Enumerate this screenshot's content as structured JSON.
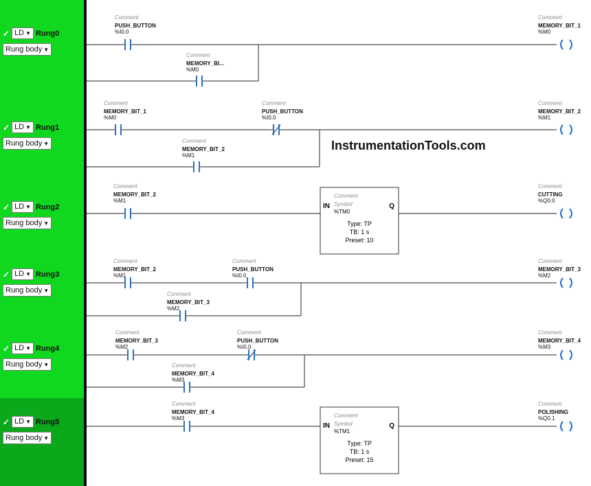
{
  "watermark": "InstrumentationTools.com",
  "rung_body_label": "Rung body",
  "lang_label": "LD",
  "comment_placeholder": "Comment",
  "symbol_placeholder": "Symbol",
  "rungs": [
    {
      "name": "Rung0",
      "contacts": [
        {
          "name": "PUSH_BUTTON",
          "addr": "%I0.0",
          "type": "NO"
        },
        {
          "name": "MEMORY_BI...",
          "addr": "%M0",
          "type": "NO"
        }
      ],
      "coil": {
        "name": "MEMORY_BIT_1",
        "addr": "%M0"
      }
    },
    {
      "name": "Rung1",
      "contacts": [
        {
          "name": "MEMORY_BIT_1",
          "addr": "%M0",
          "type": "NO"
        },
        {
          "name": "PUSH_BUTTON",
          "addr": "%I0.0",
          "type": "NC"
        },
        {
          "name": "MEMORY_BIT_2",
          "addr": "%M1",
          "type": "NO"
        }
      ],
      "coil": {
        "name": "MEMORY_BIT_2",
        "addr": "%M1"
      }
    },
    {
      "name": "Rung2",
      "contacts": [
        {
          "name": "MEMORY_BIT_2",
          "addr": "%M1",
          "type": "NO"
        }
      ],
      "timer": {
        "in": "IN",
        "q": "Q",
        "addr": "%TM0",
        "type": "Type: TP",
        "tb": "TB: 1 s",
        "preset": "Preset: 10"
      },
      "coil": {
        "name": "CUTTING",
        "addr": "%Q0.0"
      }
    },
    {
      "name": "Rung3",
      "contacts": [
        {
          "name": "MEMORY_BIT_2",
          "addr": "%M1",
          "type": "NO"
        },
        {
          "name": "PUSH_BUTTON",
          "addr": "%I0.0",
          "type": "NO"
        },
        {
          "name": "MEMORY_BIT_3",
          "addr": "%M2",
          "type": "NO"
        }
      ],
      "coil": {
        "name": "MEMORY_BIT_3",
        "addr": "%M2"
      }
    },
    {
      "name": "Rung4",
      "contacts": [
        {
          "name": "MEMORY_BIT_3",
          "addr": "%M2",
          "type": "NO"
        },
        {
          "name": "PUSH_BUTTON",
          "addr": "%I0.0",
          "type": "NC"
        },
        {
          "name": "MEMORY_BIT_4",
          "addr": "%M3",
          "type": "NO"
        }
      ],
      "coil": {
        "name": "MEMORY_BIT_4",
        "addr": "%M3"
      }
    },
    {
      "name": "Rung5",
      "contacts": [
        {
          "name": "MEMORY_BIT_4",
          "addr": "%M3",
          "type": "NO"
        }
      ],
      "timer": {
        "in": "IN",
        "q": "Q",
        "addr": "%TM1",
        "type": "Type: TP",
        "tb": "TB: 1 s",
        "preset": "Preset: 15"
      },
      "coil": {
        "name": "POLISHING",
        "addr": "%Q0.1"
      }
    }
  ]
}
